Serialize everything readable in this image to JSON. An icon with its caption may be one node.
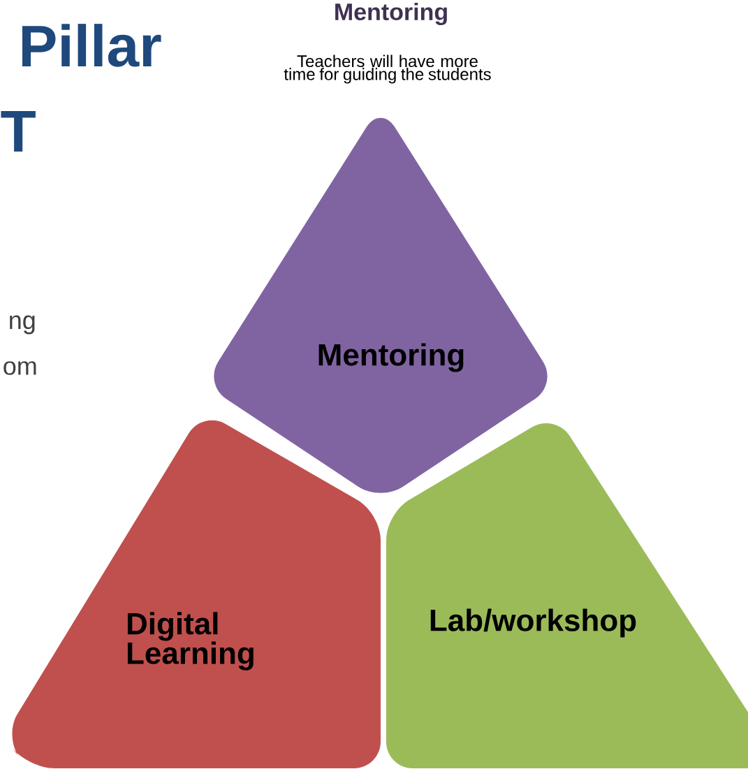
{
  "diagram": {
    "nodes": [
      {
        "text": [
          "Mentoring"
        ],
        "beside": [
          "Mentoring",
          "Teachers will have more time for guiding the students"
        ]
      },
      {
        "text": [
          "Digital Learning"
        ]
      },
      {
        "text": [
          "Lab/workshop"
        ]
      }
    ],
    "edges": [],
    "labels": [
      "Pillar",
      "T",
      "ng",
      "om"
    ]
  }
}
